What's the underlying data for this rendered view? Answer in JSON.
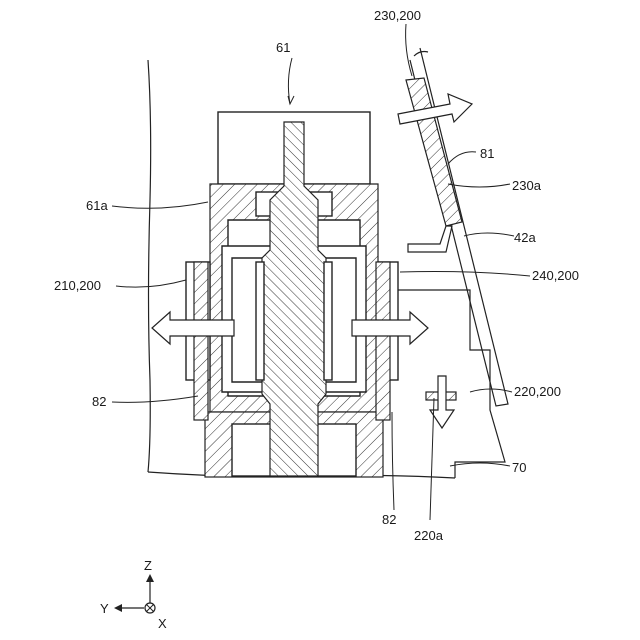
{
  "labels": {
    "l61": "61",
    "l230": "230,200",
    "l81": "81",
    "l230a": "230a",
    "l61a": "61a",
    "l42a": "42a",
    "l210": "210,200",
    "l240": "240,200",
    "l82a": "82",
    "l220": "220,200",
    "l70": "70",
    "l82b": "82",
    "l220a": "220a"
  },
  "axes": {
    "z": "Z",
    "y": "Y",
    "x": "X"
  }
}
